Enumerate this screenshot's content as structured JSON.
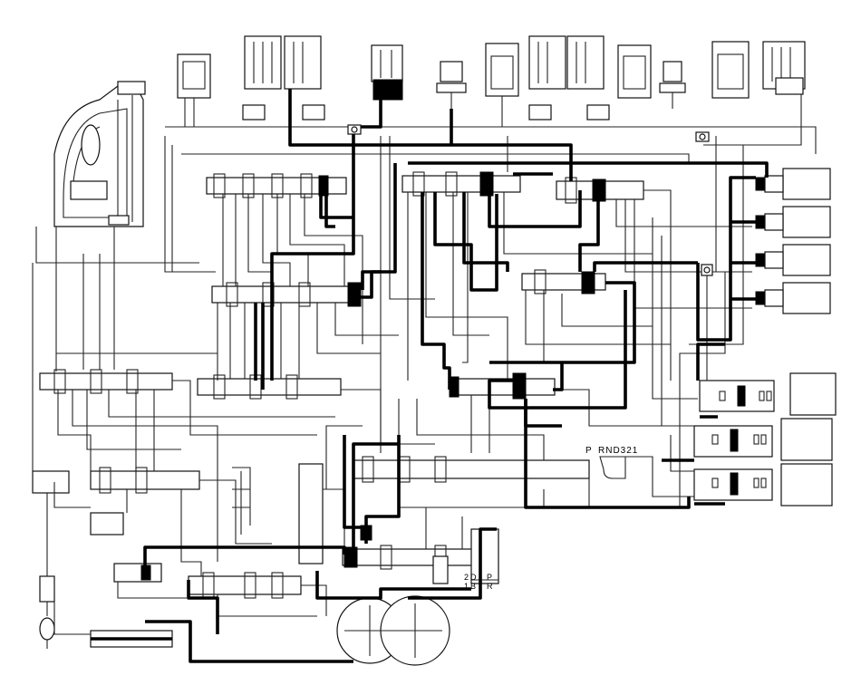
{
  "shift_indicator": {
    "park_label": "P",
    "gear_sequence": "RND321",
    "lower_left": "2D",
    "lower_left_sub": "1B",
    "lower_right": "P",
    "lower_right_sub": "R"
  },
  "colors": {
    "line": "#222222",
    "pressure_line": "#000000",
    "background": "#ffffff"
  }
}
